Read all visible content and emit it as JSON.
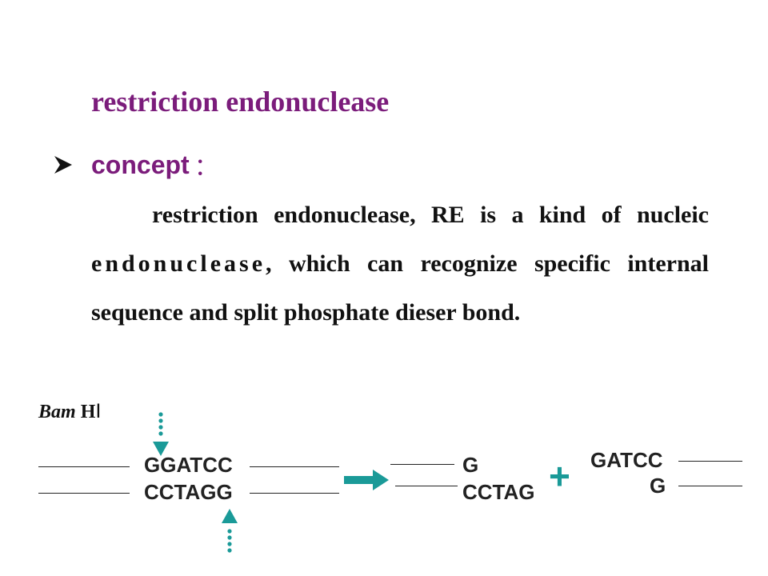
{
  "title": "restriction endonuclease",
  "concept": {
    "label": "concept",
    "colon": "：",
    "bullet_icon": "arrowhead-bullet-icon"
  },
  "paragraph": {
    "part1": "restriction endonuclease, RE is a kind of nucleic ",
    "part2_spaced": "endonuclease",
    "part3": ", which can recognize specific internal sequence and split phosphate dieser bond."
  },
  "enzyme": {
    "name_italic": "Bam",
    "name_rest": " H",
    "name_suffix": "Ⅰ"
  },
  "sequences": {
    "left_top": "GGATCC",
    "left_bottom": "CCTAGG",
    "mid_top": "G",
    "mid_bottom": "CCTAG",
    "plus": "+",
    "right_top": "GATCC",
    "right_bottom": "G"
  },
  "colors": {
    "title": "#7b1c7b",
    "accent_teal": "#1a9a98",
    "text": "#111111"
  }
}
